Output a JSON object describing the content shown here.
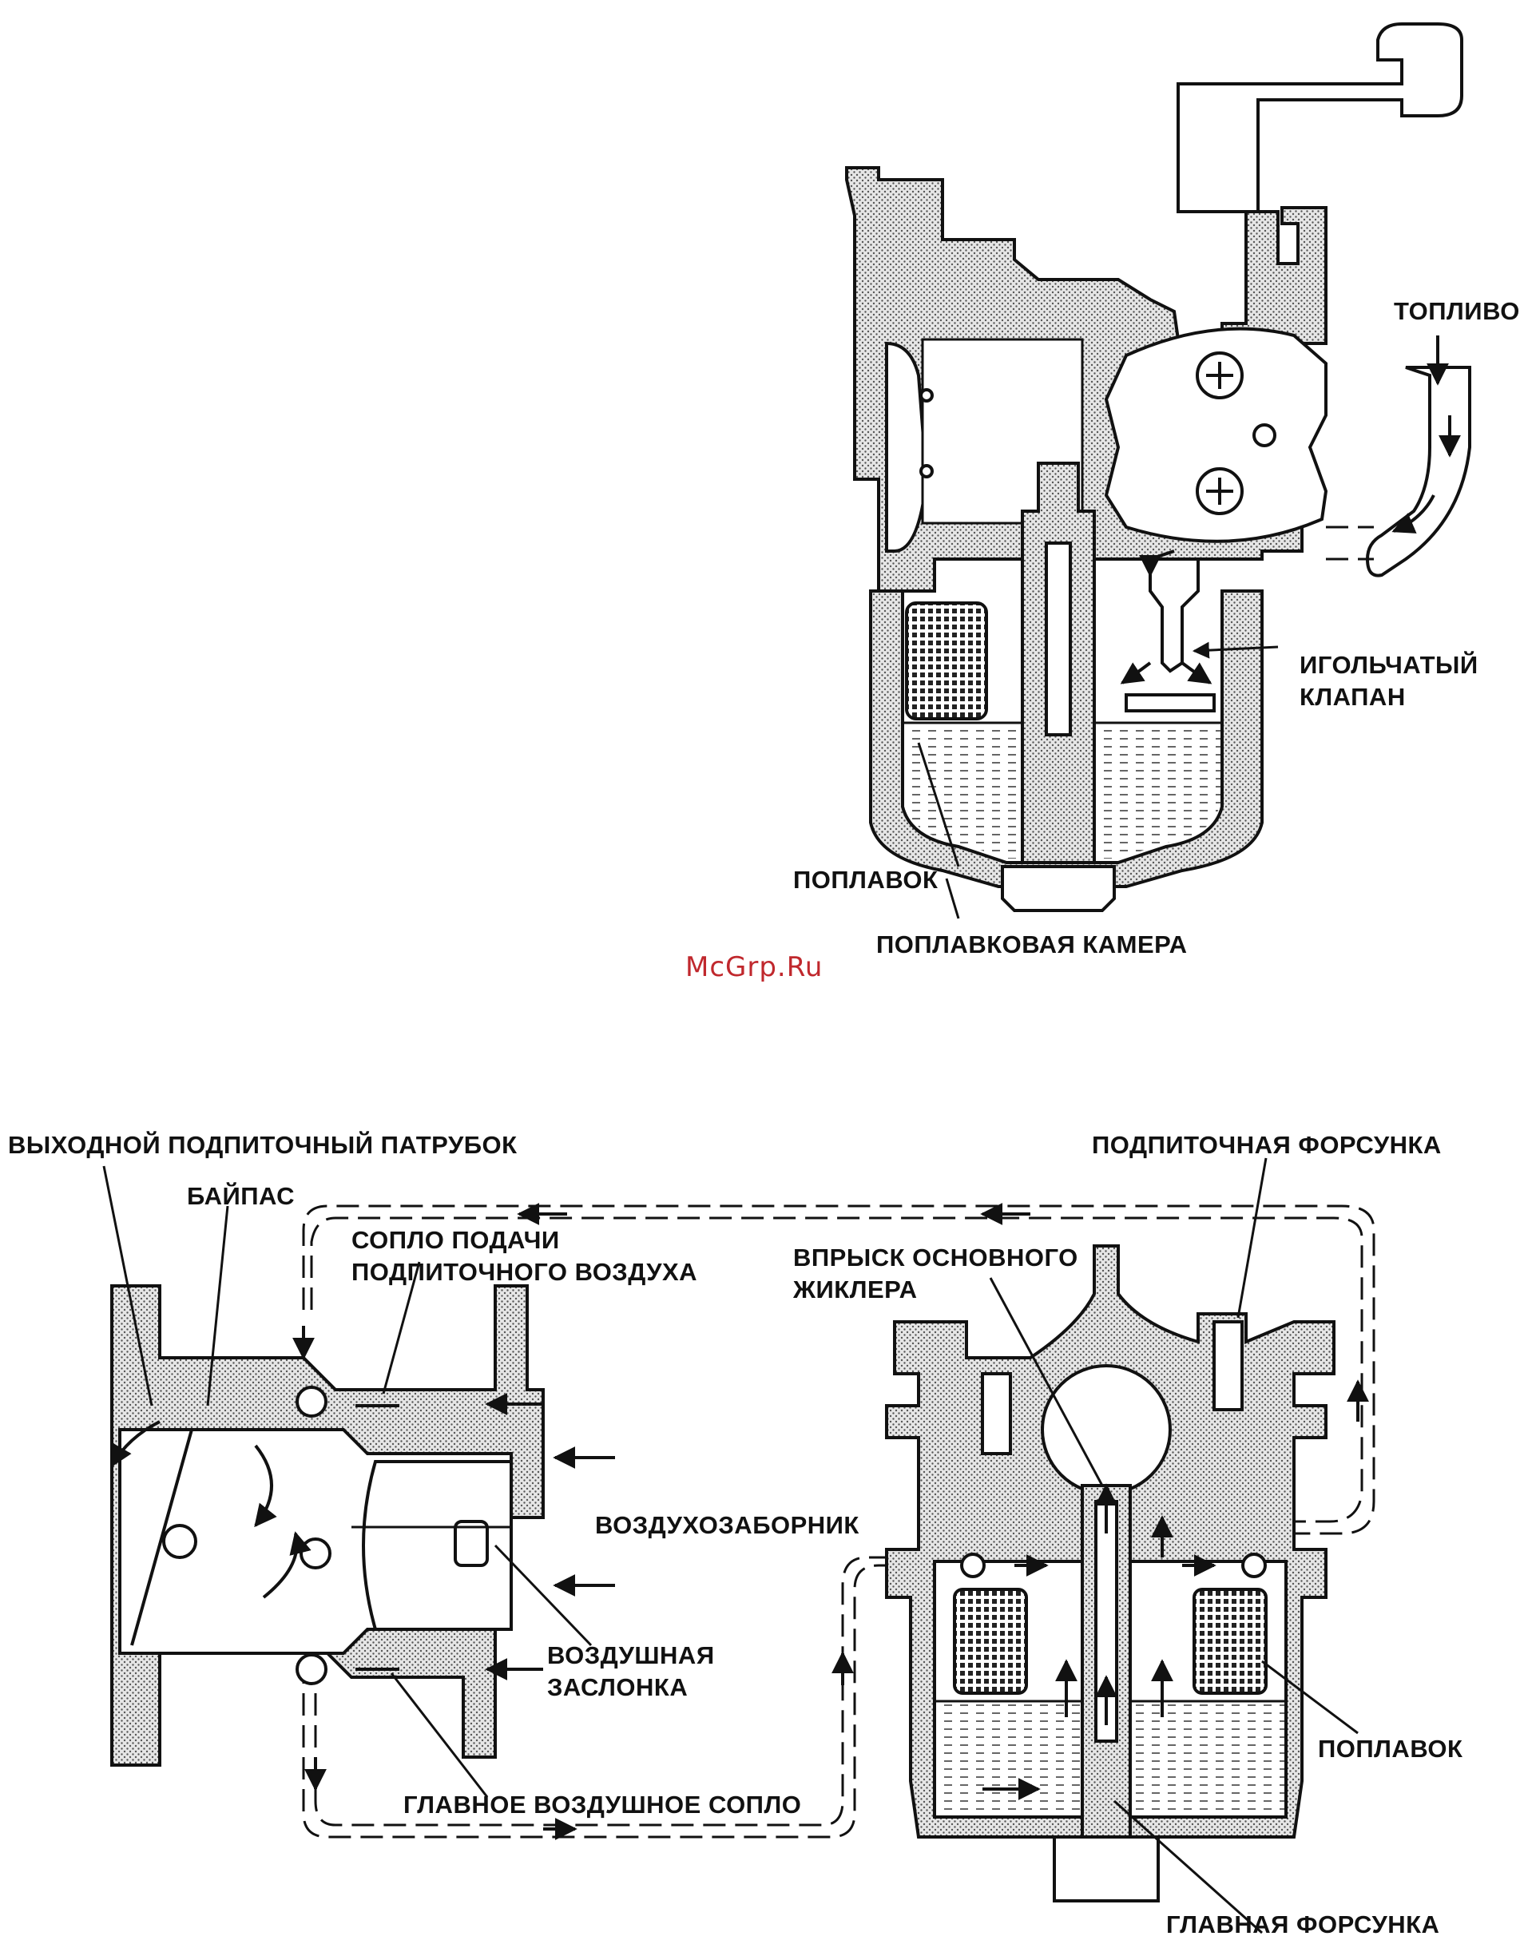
{
  "watermark": "McGrp.Ru",
  "top_diagram": {
    "labels": {
      "fuel": "ТОПЛИВО",
      "needle_valve_line1": "ИГОЛЬЧАТЫЙ",
      "needle_valve_line2": "КЛАПАН",
      "float": "ПОПЛАВОК",
      "float_chamber": "ПОПЛАВКОВАЯ КАМЕРА"
    }
  },
  "bottom_diagram": {
    "labels": {
      "pilot_outlet": "ВЫХОДНОЙ ПОДПИТОЧНЫЙ ПАТРУБОК",
      "bypass": "БАЙПАС",
      "pilot_air_jet_line1": "СОПЛО ПОДАЧИ",
      "pilot_air_jet_line2": "ПОДПИТОЧНОГО ВОЗДУХА",
      "air_intake": "ВОЗДУХОЗАБОРНИК",
      "choke_line1": "ВОЗДУШНАЯ",
      "choke_line2": "ЗАСЛОНКА",
      "main_air_jet": "ГЛАВНОЕ ВОЗДУШНОЕ СОПЛО",
      "pilot_jet": "ПОДПИТОЧНАЯ ФОРСУНКА",
      "main_jet_injection_line1": "ВПРЫСК ОСНОВНОГО",
      "main_jet_injection_line2": "ЖИКЛЕРА",
      "float": "ПОПЛАВОК",
      "main_jet": "ГЛАВНАЯ ФОРСУНКА"
    }
  }
}
